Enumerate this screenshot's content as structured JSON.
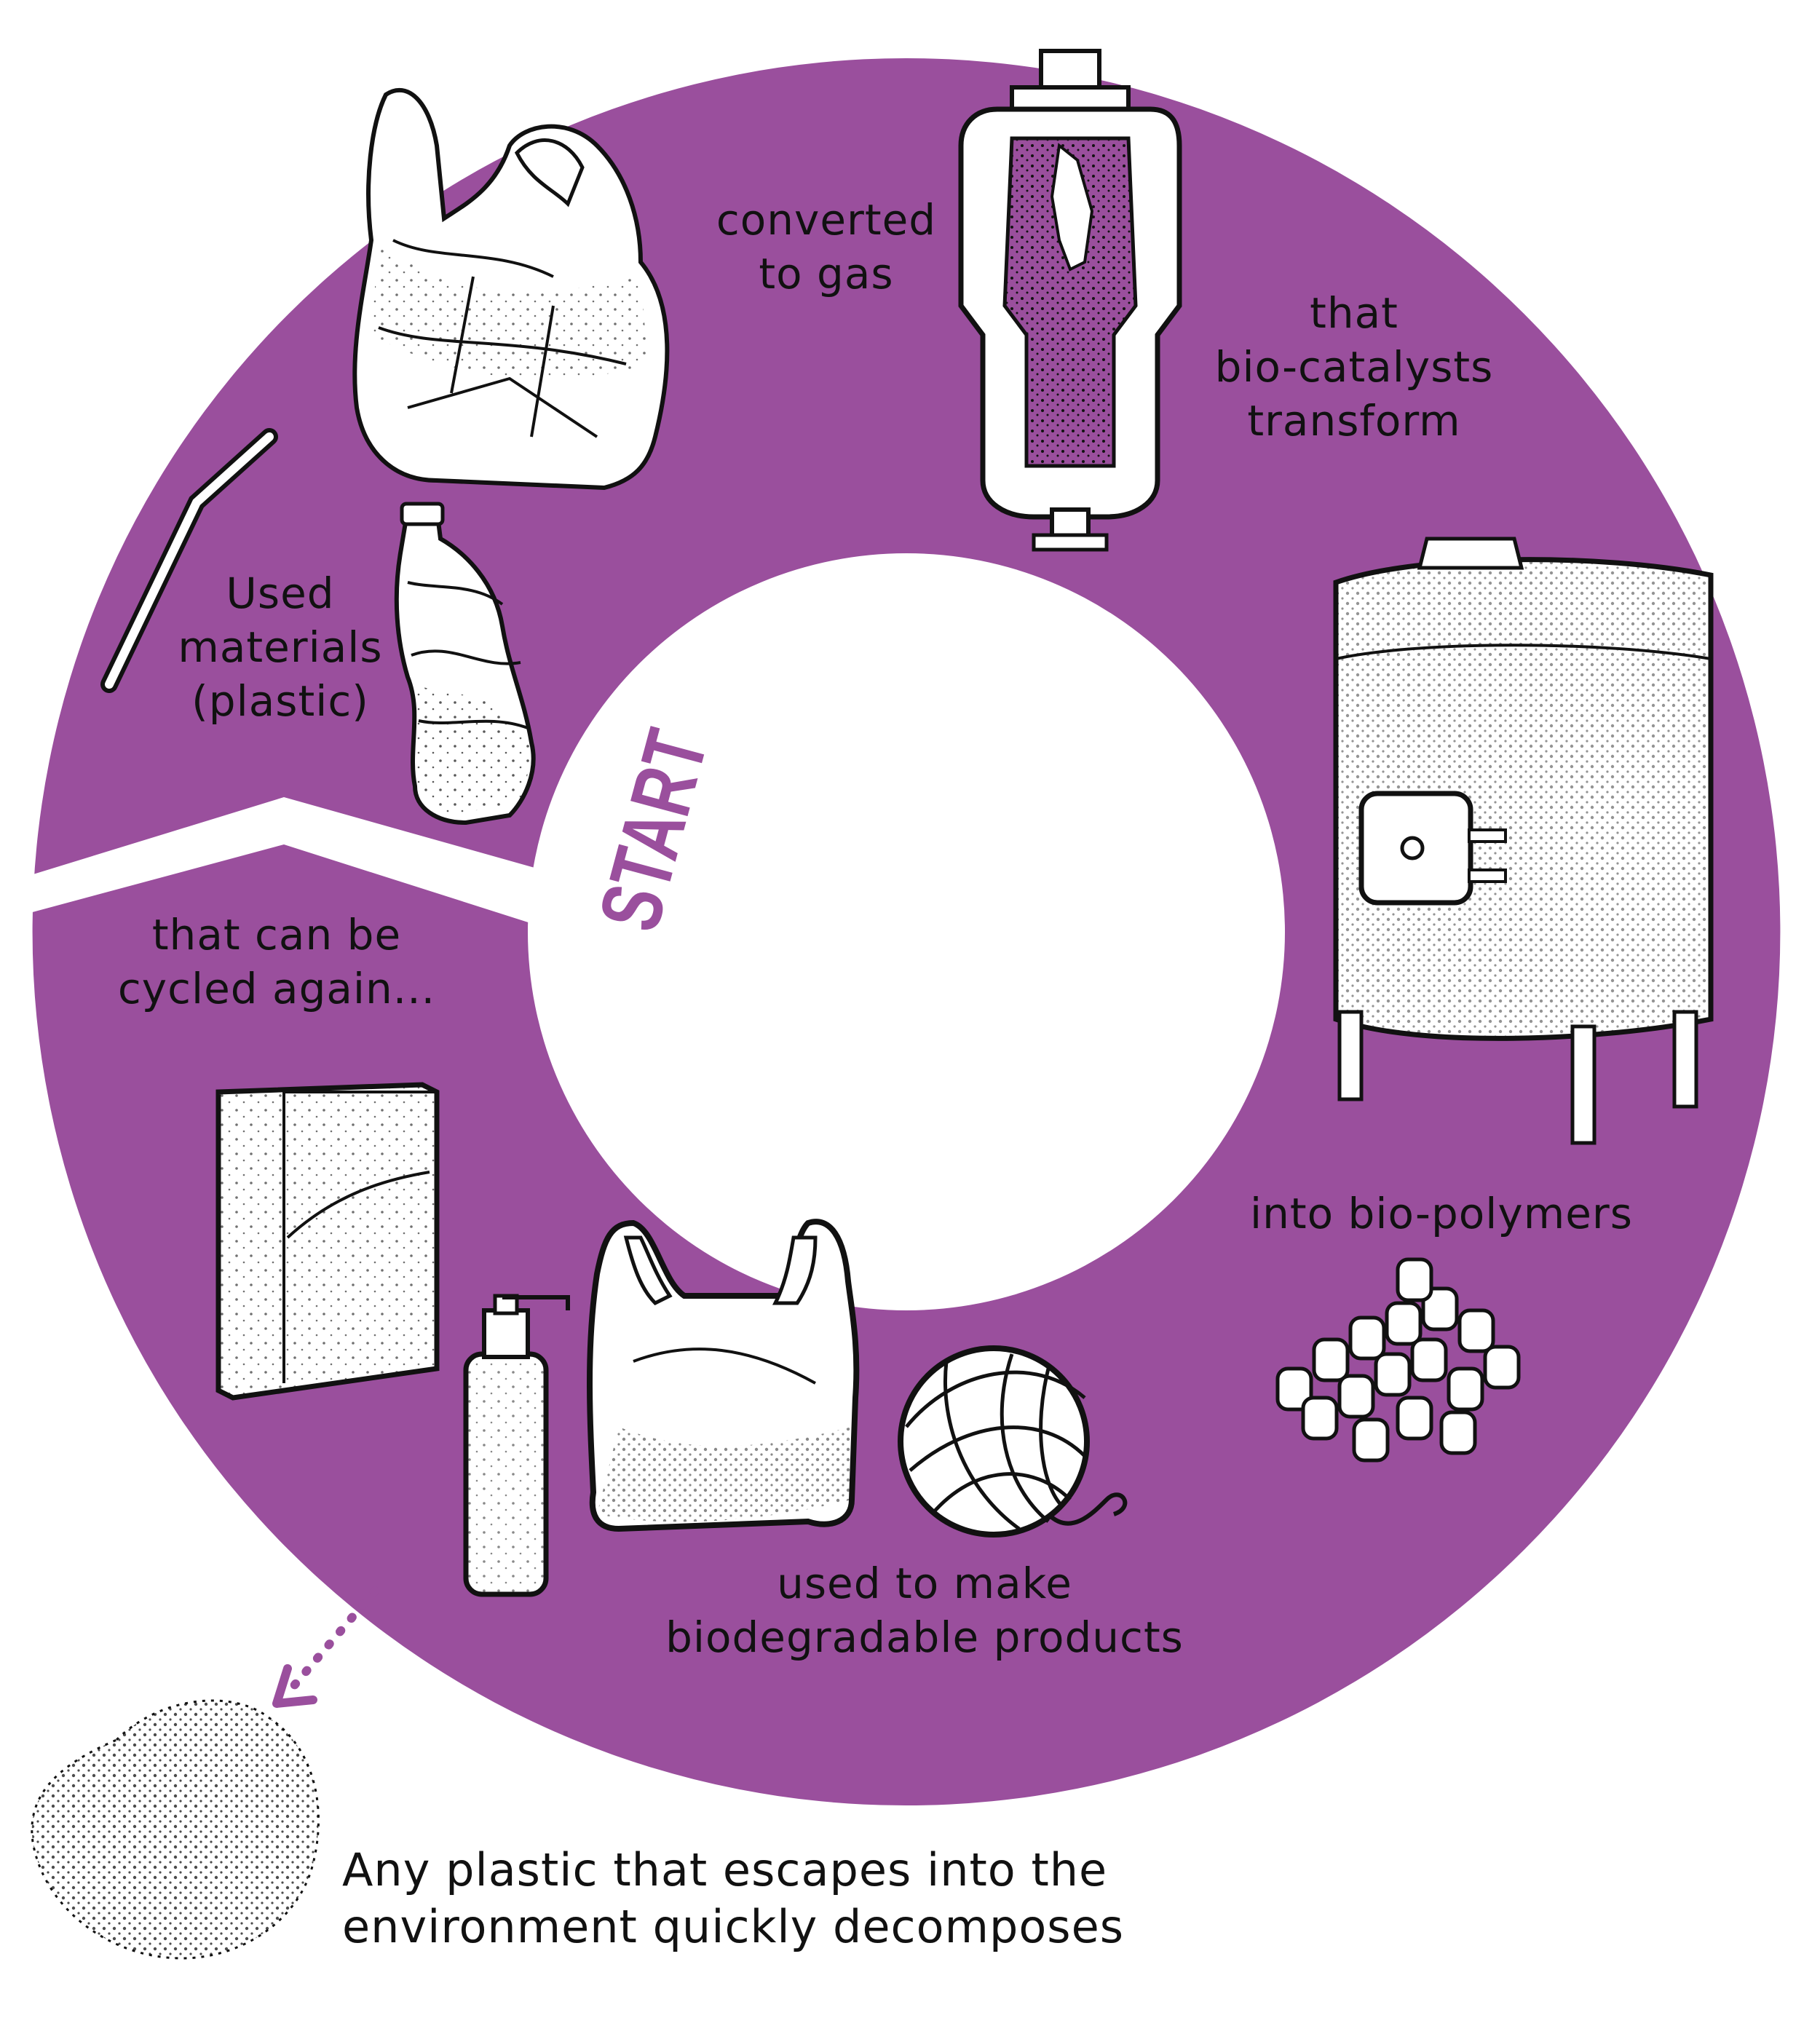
{
  "colors": {
    "ring": "#9a4f9d",
    "ink": "#111111",
    "paper": "#ffffff"
  },
  "start_label": "START",
  "steps": [
    {
      "lines": [
        "converted",
        "to gas"
      ]
    },
    {
      "lines": [
        "that",
        "bio-catalysts",
        "transform"
      ]
    },
    {
      "lines": [
        "Used",
        "materials",
        "(plastic)"
      ]
    },
    {
      "lines": [
        "that can be",
        "cycled again..."
      ]
    },
    {
      "lines": [
        "into bio-polymers"
      ]
    },
    {
      "lines": [
        "used to make",
        "biodegradable products"
      ]
    }
  ],
  "footer": {
    "lines": [
      "Any plastic that escapes into the",
      "environment quickly decomposes"
    ]
  },
  "icons": [
    "plastic-bag-icon",
    "straw-icon",
    "bottle-icon",
    "gasifier-reactor-icon",
    "fermentation-tank-icon",
    "pellets-icon",
    "carton-box-icon",
    "pump-bottle-icon",
    "shopping-bag-icon",
    "yarn-ball-icon",
    "decomposing-clump-icon",
    "dotted-arrow-icon"
  ]
}
